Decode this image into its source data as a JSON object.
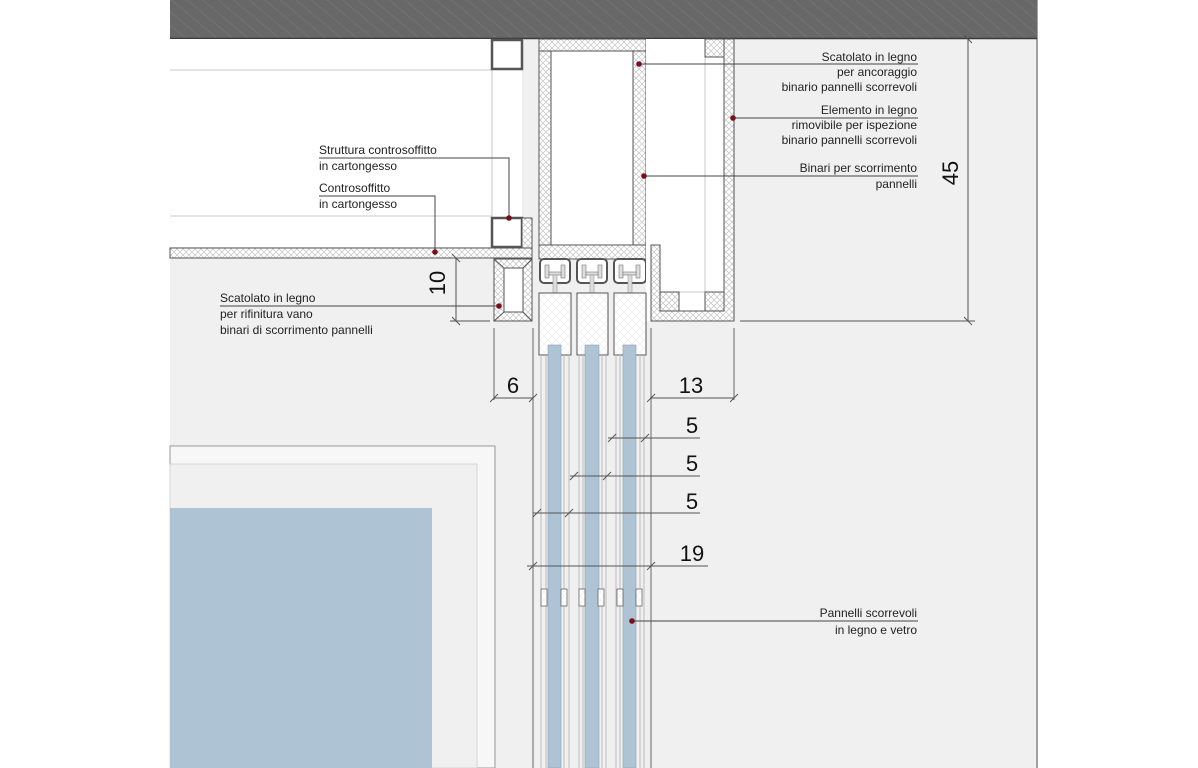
{
  "drawing": {
    "subject": "Sezione dettaglio controsoffitto con binari pannelli scorrevoli",
    "colors": {
      "background": "#f0f0f0",
      "slab": "#6a6a6a",
      "wood_hatch": "#d0d0d0",
      "glass": "#aec4d4",
      "leader": "#333333",
      "leader_dot": "#7a0f17",
      "paper": "#ffffff"
    }
  },
  "labels": {
    "scatolato_ancoraggio": [
      "Scatolato in legno",
      "per ancoraggio",
      "binario pannelli scorrevoli"
    ],
    "elemento_rimovibile": [
      "Elemento in legno",
      "rimovibile per ispezione",
      "binario pannelli scorrevoli"
    ],
    "binari": [
      "Binari per scorrimento",
      "pannelli"
    ],
    "struttura_controsoffitto": [
      "Struttura controsoffitto",
      "in cartongesso"
    ],
    "controsoffitto": [
      "Controsoffitto",
      "in cartongesso"
    ],
    "scatolato_rifinitura": [
      "Scatolato in legno",
      "per rifinitura vano",
      "binari di scorrimento pannelli"
    ],
    "pannelli": [
      "Pannelli scorrevoli",
      "in legno e vetro"
    ]
  },
  "dimensions": {
    "total_height": "45",
    "frame_height": "10",
    "frame_width": "6",
    "right_box": "13",
    "gap_1": "5",
    "gap_2": "5",
    "gap_3": "5",
    "panels_total": "19"
  }
}
